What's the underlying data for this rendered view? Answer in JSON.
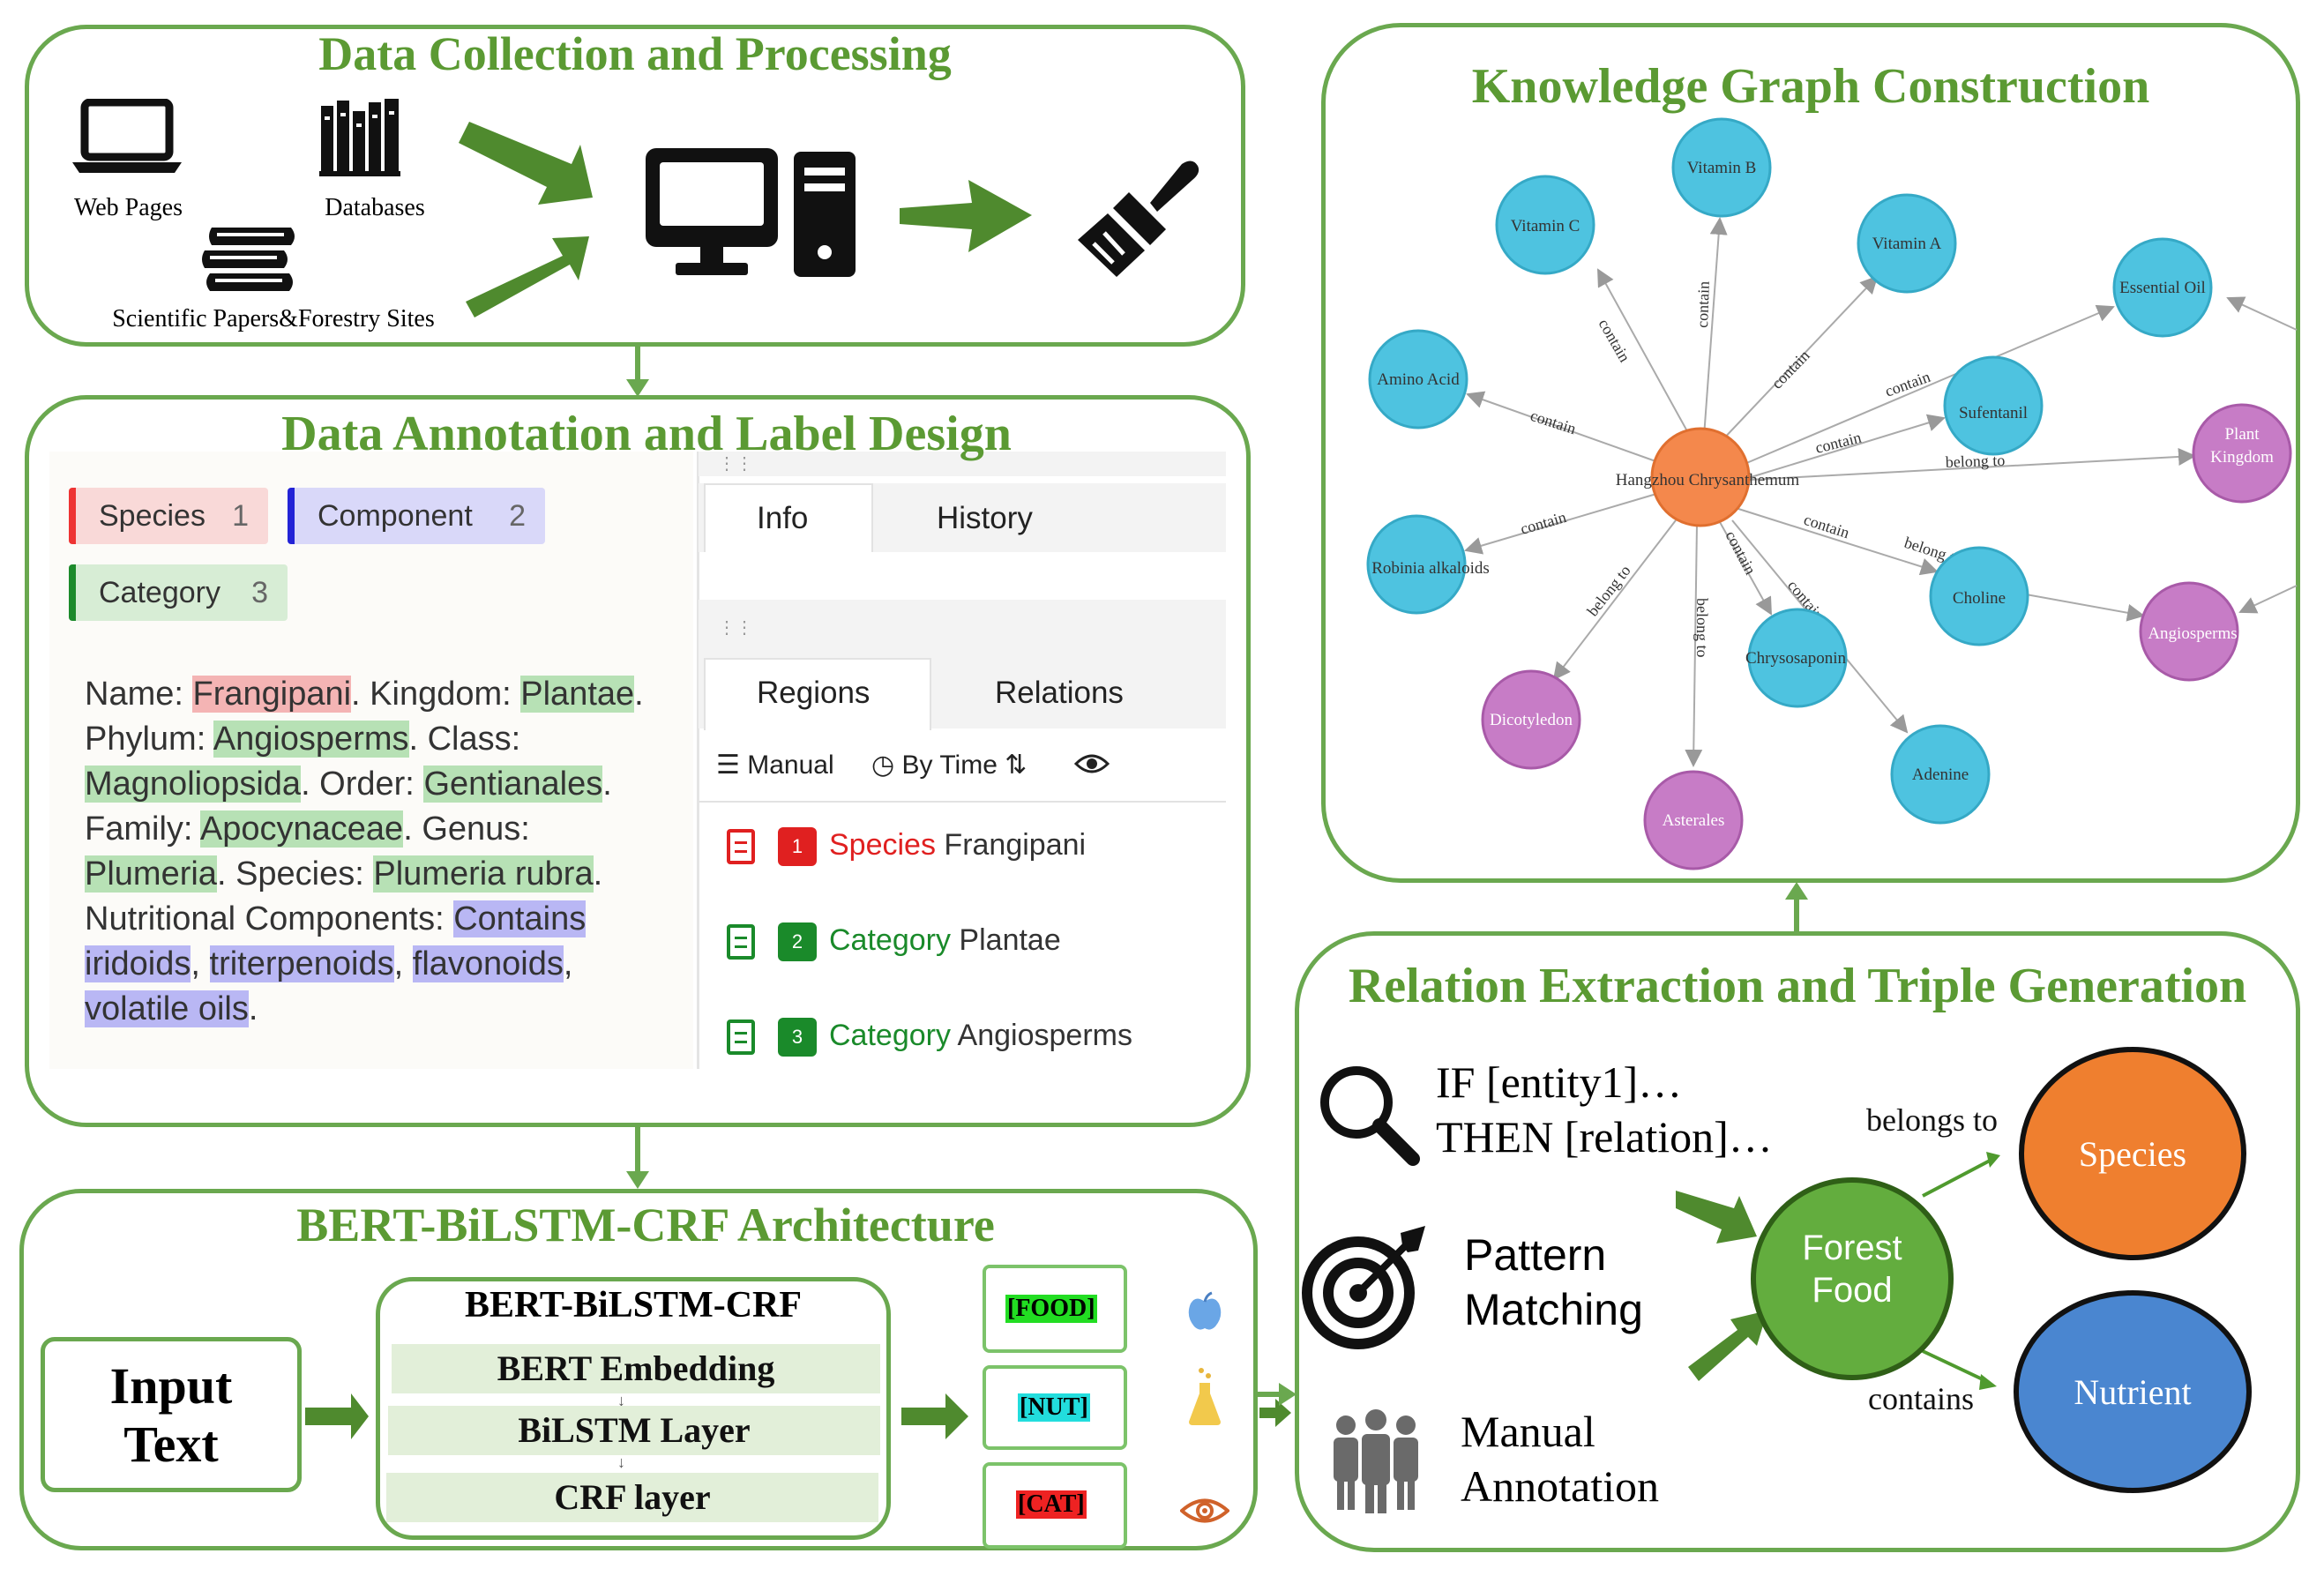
{
  "panels": {
    "collection": {
      "title": "Data Collection and Processing",
      "sources": [
        {
          "icon": "laptop-icon",
          "label": "Web Pages"
        },
        {
          "icon": "books-icon",
          "label": "Databases"
        },
        {
          "icon": "stacked-books-icon",
          "label": "Scientific Papers&Forestry Sites"
        }
      ],
      "center_icon": "desktop-computer-icon",
      "output_icon": "paintbrush-icon"
    },
    "annotation": {
      "title": "Data Annotation and Label Design",
      "labels": [
        {
          "name": "Species",
          "num": "1",
          "color": "#e33"
        },
        {
          "name": "Component",
          "num": "2",
          "color": "#2323d6"
        },
        {
          "name": "Category",
          "num": "3",
          "color": "#1c8a2b"
        }
      ],
      "text_segments": [
        {
          "t": "Name: ",
          "h": ""
        },
        {
          "t": "Frangipani",
          "h": "red"
        },
        {
          "t": ". Kingdom: ",
          "h": ""
        },
        {
          "t": "Plantae",
          "h": "green"
        },
        {
          "t": ". Phylum: ",
          "h": ""
        },
        {
          "t": "Angiosperms",
          "h": "green"
        },
        {
          "t": ". Class: ",
          "h": ""
        },
        {
          "t": "Magnoliopsida",
          "h": "green"
        },
        {
          "t": ". Order: ",
          "h": ""
        },
        {
          "t": "Gentianales",
          "h": "green"
        },
        {
          "t": ". Family: ",
          "h": ""
        },
        {
          "t": "Apocynaceae",
          "h": "green"
        },
        {
          "t": ". Genus: ",
          "h": ""
        },
        {
          "t": "Plumeria",
          "h": "green"
        },
        {
          "t": ". Species: ",
          "h": ""
        },
        {
          "t": "Plumeria rubra",
          "h": "green"
        },
        {
          "t": ". Nutritional Components: ",
          "h": ""
        },
        {
          "t": "Contains iridoids",
          "h": "blue"
        },
        {
          "t": ", ",
          "h": ""
        },
        {
          "t": "triterpenoids",
          "h": "blue"
        },
        {
          "t": ", ",
          "h": ""
        },
        {
          "t": "flavonoids",
          "h": "blue"
        },
        {
          "t": ", ",
          "h": ""
        },
        {
          "t": "volatile oils",
          "h": "blue"
        },
        {
          "t": ".",
          "h": ""
        }
      ],
      "tabs_top": [
        "Info",
        "History"
      ],
      "tabs_bottom": [
        "Regions",
        "Relations"
      ],
      "toolbar": {
        "manual": "Manual",
        "by_time": "By Time"
      },
      "regions": [
        {
          "num": "1",
          "label": "Species",
          "value": "Frangipani",
          "color": "#e02020"
        },
        {
          "num": "2",
          "label": "Category",
          "value": "Plantae",
          "color": "#1a8a2a"
        },
        {
          "num": "3",
          "label": "Category",
          "value": "Angiosperms",
          "color": "#1a8a2a"
        }
      ]
    },
    "bert": {
      "title": "BERT-BiLSTM-CRF Architecture",
      "input": [
        "Input",
        "Text"
      ],
      "model_title": "BERT-BiLSTM-CRF",
      "layers": [
        "BERT Embedding",
        "BiLSTM Layer",
        "CRF layer"
      ],
      "outputs": [
        {
          "label": "[FOOD]",
          "bg": "#22dd22",
          "icon": "apple-icon"
        },
        {
          "label": "[NUT]",
          "bg": "#22dddd",
          "icon": "flask-icon"
        },
        {
          "label": "[CAT]",
          "bg": "#ee2222",
          "icon": "eye-icon"
        }
      ]
    },
    "kg": {
      "title": "Knowledge Graph Construction",
      "center": "Hangzhou Chrysanthemum",
      "nodes": [
        {
          "name": "Vitamin B",
          "type": "blue"
        },
        {
          "name": "Vitamin C",
          "type": "blue"
        },
        {
          "name": "Vitamin A",
          "type": "blue"
        },
        {
          "name": "Essential Oil",
          "type": "blue"
        },
        {
          "name": "Amino Acid",
          "type": "blue"
        },
        {
          "name": "Sufentanil",
          "type": "blue"
        },
        {
          "name": "Plant Kingdom",
          "type": "purple"
        },
        {
          "name": "Robinia alkaloids",
          "type": "blue"
        },
        {
          "name": "Choline",
          "type": "blue"
        },
        {
          "name": "Angiosperms",
          "type": "purple"
        },
        {
          "name": "Dicotyledon",
          "type": "purple"
        },
        {
          "name": "Chrysosaponin",
          "type": "blue"
        },
        {
          "name": "Adenine",
          "type": "blue"
        },
        {
          "name": "Asterales",
          "type": "purple"
        }
      ],
      "edge_labels": {
        "contain": "contain",
        "belong": "belong to"
      }
    },
    "relation": {
      "title": "Relation Extraction and Triple Generation",
      "methods": [
        {
          "icon": "magnifier-icon",
          "lines": [
            "IF [entity1]…",
            "THEN  [relation]…"
          ]
        },
        {
          "icon": "target-icon",
          "lines": [
            "Pattern",
            "Matching"
          ]
        },
        {
          "icon": "people-icon",
          "lines": [
            "Manual",
            "Annotation"
          ]
        }
      ],
      "center": [
        "Forest",
        "Food"
      ],
      "species": "Species",
      "nutrient": "Nutrient",
      "rel_belongs": "belongs to",
      "rel_contains": "contains"
    }
  },
  "colors": {
    "panel_border": "#6aa84f",
    "title": "#5b9a33",
    "arrow": "#4f8a2e",
    "kg_blue": "#4ec3e0",
    "kg_purple": "#c77cc6",
    "kg_orange": "#f4884c",
    "species": "#ef7f2f",
    "nutrient": "#4a86d0",
    "forest_food": "#63ad3e"
  }
}
